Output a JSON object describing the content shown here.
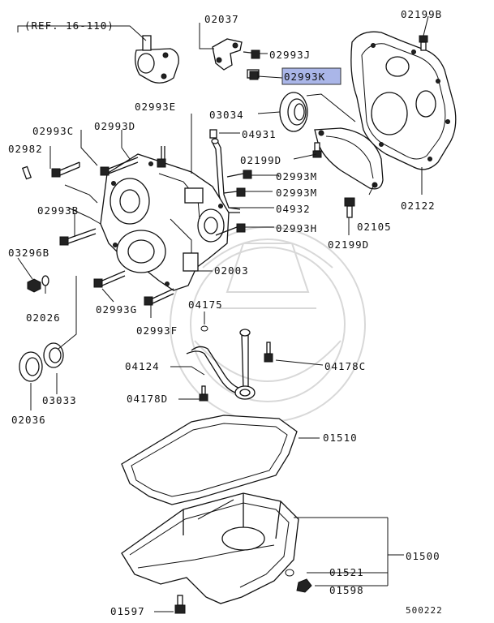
{
  "reference": "(REF. 16-110)",
  "highlight_color": "#aab6e8",
  "figure_number": "500222",
  "labels": {
    "p02037": "02037",
    "p02199B": "02199B",
    "p02993J": "02993J",
    "p02993K": "02993K",
    "p03034": "03034",
    "p02993E": "02993E",
    "p02993C": "02993C",
    "p02993D": "02993D",
    "p04931": "04931",
    "p02982": "02982",
    "p02199D_top": "02199D",
    "p02993M_a": "02993M",
    "p02993M_b": "02993M",
    "p02122": "02122",
    "p02993B": "02993B",
    "p04932": "04932",
    "p02993H": "02993H",
    "p02105": "02105",
    "p03296B": "03296B",
    "p02199D_bot": "02199D",
    "p02003": "02003",
    "p02026": "02026",
    "p02993G": "02993G",
    "p04175": "04175",
    "p02993F": "02993F",
    "p04124": "04124",
    "p04178C": "04178C",
    "p04178D": "04178D",
    "p03033": "03033",
    "p02036": "02036",
    "p01510": "01510",
    "p01500": "01500",
    "p01521": "01521",
    "p01598": "01598",
    "p01597": "01597"
  }
}
